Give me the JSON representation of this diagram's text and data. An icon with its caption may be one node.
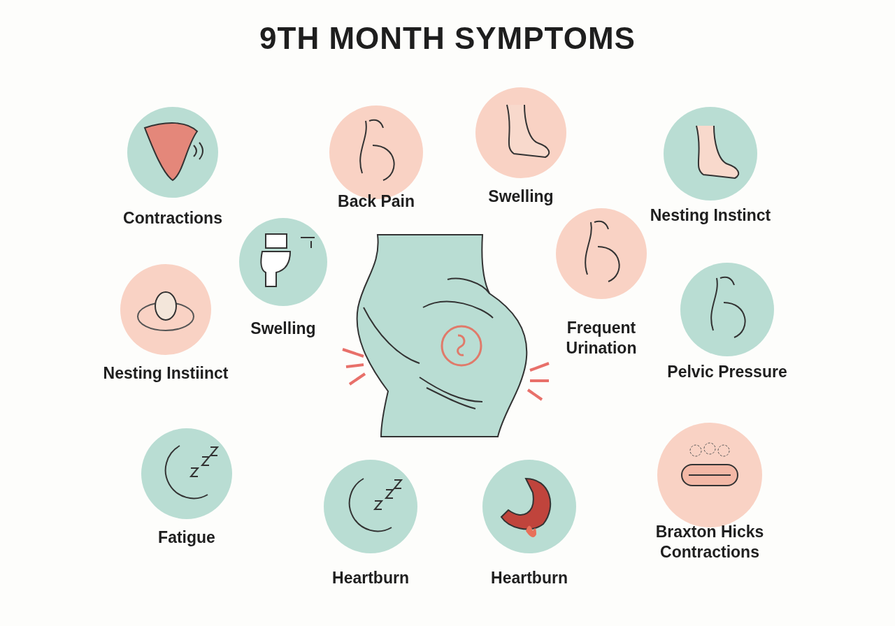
{
  "diagram": {
    "title": "9TH MONTH SYMPTOMS",
    "nodes": [
      {
        "text": [
          "Contractions"
        ]
      },
      {
        "text": [
          "Back Pain"
        ]
      },
      {
        "text": [
          "Swelling"
        ]
      },
      {
        "text": [
          "Nesting Instinct"
        ]
      },
      {
        "text": [
          "Swelling"
        ]
      },
      {
        "text": [
          "Nesting Instiinct"
        ]
      },
      {
        "text": [
          "Frequent Urination"
        ]
      },
      {
        "text": [
          "Pelvic Pressure"
        ]
      },
      {
        "text": [
          "Fatigue"
        ]
      },
      {
        "text": [
          "Heartburn"
        ]
      },
      {
        "text": [
          "Heartburn"
        ]
      },
      {
        "text": [
          "Braxton Hicks Contractions"
        ]
      }
    ],
    "edges": []
  }
}
